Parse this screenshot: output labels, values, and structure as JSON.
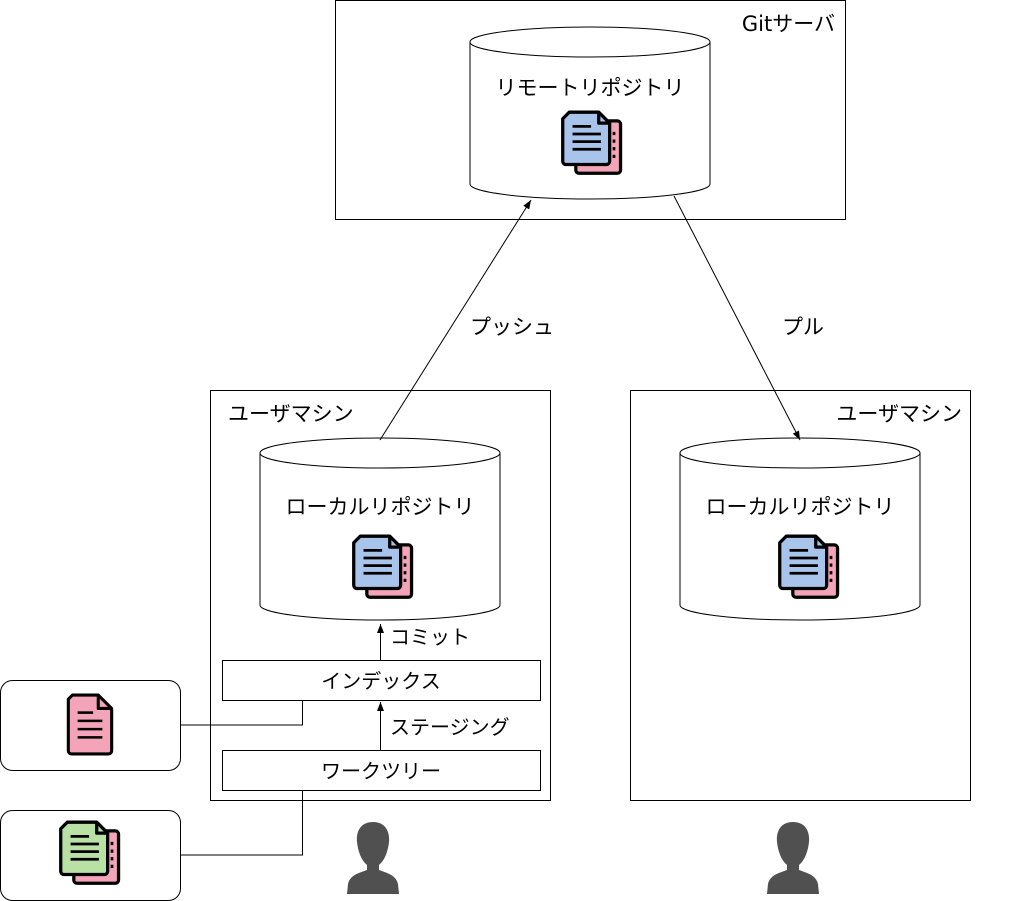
{
  "server": {
    "label": "Gitサーバ",
    "repo_label": "リモートリポジトリ"
  },
  "machine_left": {
    "label": "ユーザマシン",
    "repo_label": "ローカルリポジトリ",
    "index_label": "インデックス",
    "worktree_label": "ワークツリー",
    "commit_label": "コミット",
    "staging_label": "ステージング"
  },
  "machine_right": {
    "label": "ユーザマシン",
    "repo_label": "ローカルリポジトリ"
  },
  "arrows": {
    "push_label": "プッシュ",
    "pull_label": "プル"
  },
  "colors": {
    "doc_blue": "#a9c4eb",
    "doc_pink": "#f4a4b8",
    "doc_green": "#b9e0a5",
    "stroke": "#000000",
    "user": "#505050"
  },
  "icons": {
    "document": "document-icon",
    "documents": "documents-icon",
    "user": "user-icon"
  }
}
